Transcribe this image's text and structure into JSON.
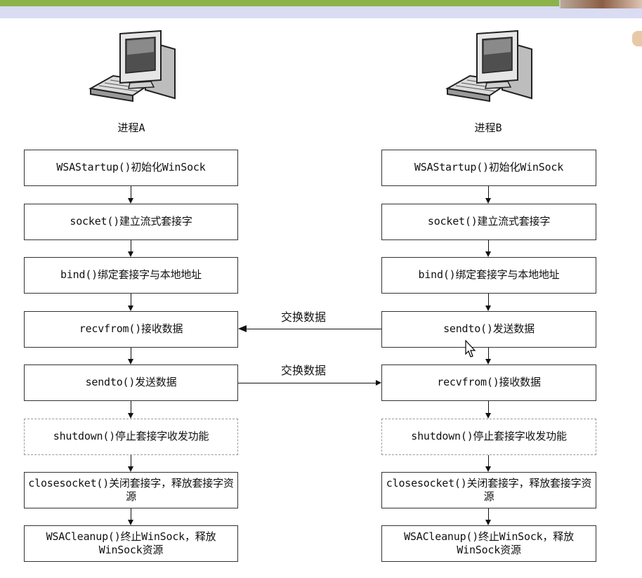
{
  "process_a": {
    "label": "进程A",
    "steps": [
      "WSAStartup()初始化WinSock",
      "socket()建立流式套接字",
      "bind()绑定套接字与本地地址",
      "recvfrom()接收数据",
      "sendto()发送数据",
      "shutdown()停止套接字收发功能",
      "closesocket()关闭套接字，释放套接字资源",
      "WSACleanup()终止WinSock，释放WinSock资源"
    ]
  },
  "process_b": {
    "label": "进程B",
    "steps": [
      "WSAStartup()初始化WinSock",
      "socket()建立流式套接字",
      "bind()绑定套接字与本地地址",
      "sendto()发送数据",
      "recvfrom()接收数据",
      "shutdown()停止套接字收发功能",
      "closesocket()关闭套接字，释放套接字资源",
      "WSACleanup()终止WinSock，释放WinSock资源"
    ]
  },
  "exchange": {
    "top_label": "交换数据",
    "bottom_label": "交换数据"
  },
  "icons": {
    "computer": "computer-icon",
    "cursor": "mouse-cursor-icon"
  }
}
